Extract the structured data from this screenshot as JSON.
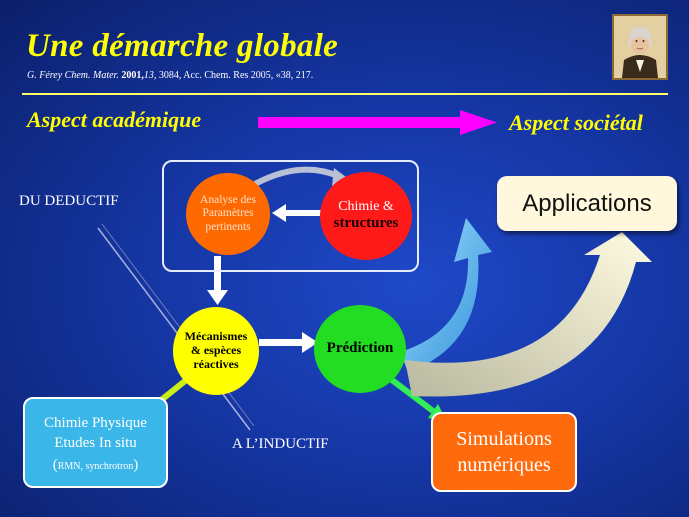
{
  "title": "Une démarche globale",
  "reference": {
    "authors": "G. Férey",
    "journal1": "Chem. Mater.",
    "year": "2001,",
    "volume": "13,",
    "rest": " 3084, Acc. Chem. Res 2005, «38, 217."
  },
  "aspects": {
    "left": "Aspect académique",
    "right": "Aspect sociétal"
  },
  "labels": {
    "deductif": "DU DEDUCTIF",
    "inductif": "A L’INDUCTIF"
  },
  "nodes": {
    "analyse": {
      "line1": "Analyse des",
      "line2": "Paramètres",
      "line3": "pertinents"
    },
    "chimie": {
      "line1": "Chimie &",
      "line2": "structures"
    },
    "mecanismes": {
      "line1": "Mécanismes",
      "line2": "& espèces",
      "line3": "réactives"
    },
    "prediction": {
      "label": "Prédiction"
    },
    "applications": {
      "label": "Applications"
    },
    "chimie_physique": {
      "line1": "Chimie Physique",
      "line2": "Etudes In situ",
      "open": "(",
      "line3": "RMN, synchrotron",
      "close": ")"
    },
    "simulations": {
      "line1": "Simulations",
      "line2": "numériques"
    }
  },
  "colors": {
    "title": "#ffff00",
    "aspect_arrow": "#ff00ff",
    "analyse": "#ff6a00",
    "chimie": "#ff1a1a",
    "mecanismes": "#ffff00",
    "prediction": "#22dd22",
    "chimie_physique": "#3bb6e8",
    "simulations": "#ff6a0d"
  },
  "icons": {
    "portrait": "portrait-icon"
  }
}
